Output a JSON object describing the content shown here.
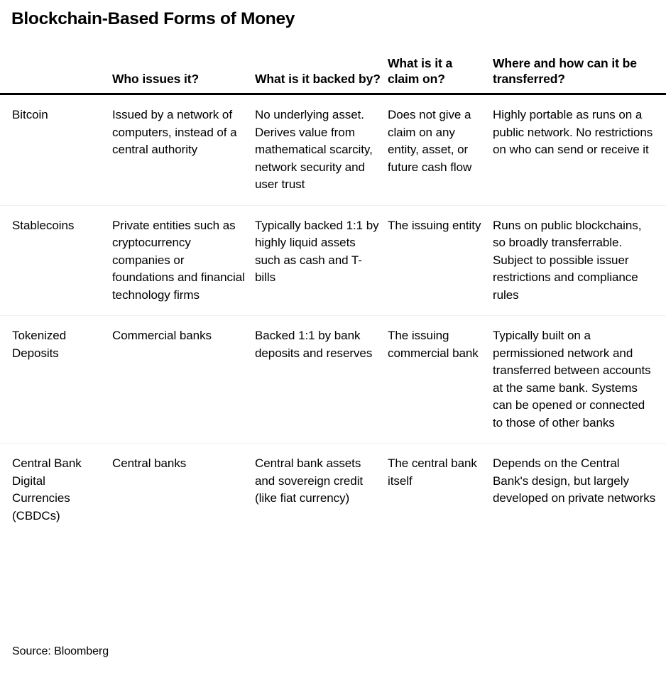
{
  "title": "Blockchain-Based Forms of Money",
  "table": {
    "columns": [
      "",
      "Who issues it?",
      "What is it backed by?",
      "What is it a claim on?",
      "Where and how can it be transferred?"
    ],
    "rows": [
      {
        "category": "Bitcoin",
        "issuer": "Issued by a network of computers, instead of a central authority",
        "backing": "No underlying asset. Derives value from mathematical scarcity, network security and user trust",
        "claim": "Does not give a claim on any entity, asset, or future cash flow",
        "transfer": "Highly portable as runs on a public network. No restrictions on who can send or receive it"
      },
      {
        "category": "Stablecoins",
        "issuer": "Private entities such as cryptocurrency companies or foundations and financial technology firms",
        "backing": "Typically backed 1:1 by highly liquid assets such as cash and T-bills",
        "claim": "The issuing entity",
        "transfer": "Runs on public blockchains, so broadly transferrable. Subject to possible issuer restrictions and compliance rules"
      },
      {
        "category": "Tokenized Deposits",
        "issuer": "Commercial banks",
        "backing": "Backed 1:1 by bank deposits and reserves",
        "claim": "The issuing commercial bank",
        "transfer": "Typically built on a permissioned network and transferred between accounts at the same bank. Systems can be opened or connected to those of other banks"
      },
      {
        "category": "Central Bank Digital Currencies (CBDCs)",
        "issuer": "Central banks",
        "backing": "Central bank assets and sovereign credit (like fiat currency)",
        "claim": "The central bank itself",
        "transfer": "Depends on the Central Bank's design, but largely developed on private networks"
      }
    ]
  },
  "source": "Source: Bloomberg",
  "colors": {
    "text": "#000000",
    "background": "#ffffff",
    "header_rule": "#000000",
    "row_rule": "#f2f2f2"
  }
}
